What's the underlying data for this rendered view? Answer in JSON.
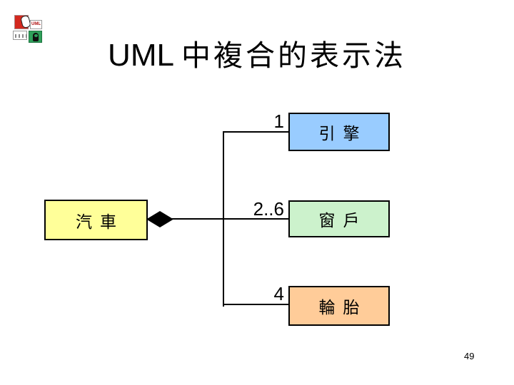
{
  "slide": {
    "title_latin": "UML",
    "title_zh": "中複合的表示法",
    "title_full": "UML 中複合的表示法",
    "page_number": "49"
  },
  "logo": {
    "uml_text": "UML",
    "colors": {
      "red_cell": "#d3281e",
      "green_cell": "#2fa05a"
    }
  },
  "diagram": {
    "type": "uml-composition",
    "whole": {
      "label": "汽車",
      "fill": "#FFFF99"
    },
    "relation": "filled-diamond-composition",
    "parts": [
      {
        "label": "引擎",
        "multiplicity": "1",
        "fill": "#99CCFF"
      },
      {
        "label": "窗戶",
        "multiplicity": "2..6",
        "fill": "#CCF2CC"
      },
      {
        "label": "輪胎",
        "multiplicity": "4",
        "fill": "#FFCC99"
      }
    ],
    "line_color": "#000000"
  }
}
